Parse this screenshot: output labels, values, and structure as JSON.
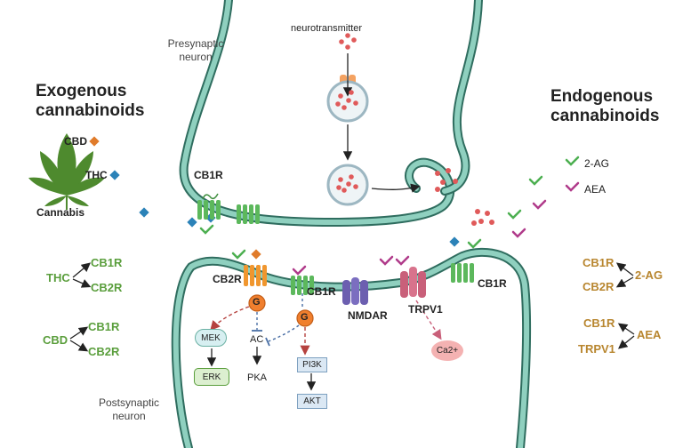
{
  "labels": {
    "neurotransmitter": "neurotransmitter",
    "presynaptic": "Presynaptic neuron",
    "postsynaptic": "Postsynaptic neuron",
    "exogenous": "Exogenous cannabinoids",
    "endogenous": "Endogenous cannabinoids",
    "cbd": "CBD",
    "thc": "THC",
    "cannabis": "Cannabis",
    "cb1r": "CB1R",
    "cb2r": "CB2R",
    "nmdar": "NMDAR",
    "trpv1": "TRPV1",
    "ca2": "Ca2+",
    "g": "G",
    "mek": "MEK",
    "erk": "ERK",
    "ac": "AC",
    "pka": "PKA",
    "pi3k": "PI3K",
    "akt": "AKT"
  },
  "legend": {
    "two_ag": "2-AG",
    "aea": "AEA"
  },
  "left_panel": {
    "thc": {
      "source": "THC",
      "targets": [
        "CB1R",
        "CB2R"
      ]
    },
    "cbd": {
      "source": "CBD",
      "targets": [
        "CB1R",
        "CB2R"
      ]
    }
  },
  "right_panel": {
    "two_ag": {
      "source": "2-AG",
      "targets": [
        "CB1R",
        "CB2R"
      ]
    },
    "aea": {
      "source": "AEA",
      "targets": [
        "CB1R",
        "TRPV1"
      ]
    }
  },
  "colors": {
    "membrane": "#6fb1a1",
    "membrane_dark": "#2f6d5f",
    "cb_receptor": "#5cb85c",
    "cb2_receptor": "#f0962e",
    "g_protein": "#f07f2e",
    "nmdar": "#6c5fb0",
    "trpv1": "#c9607a",
    "two_ag": "#4caf50",
    "aea": "#b03a8a",
    "cbd_marker": "#e07b2a",
    "thc_marker": "#2b82b8",
    "neurotransmitter": "#e05a5a",
    "leaf": "#4e8a2e",
    "green_text": "#5a9e3c",
    "gold_text": "#b8862f"
  }
}
